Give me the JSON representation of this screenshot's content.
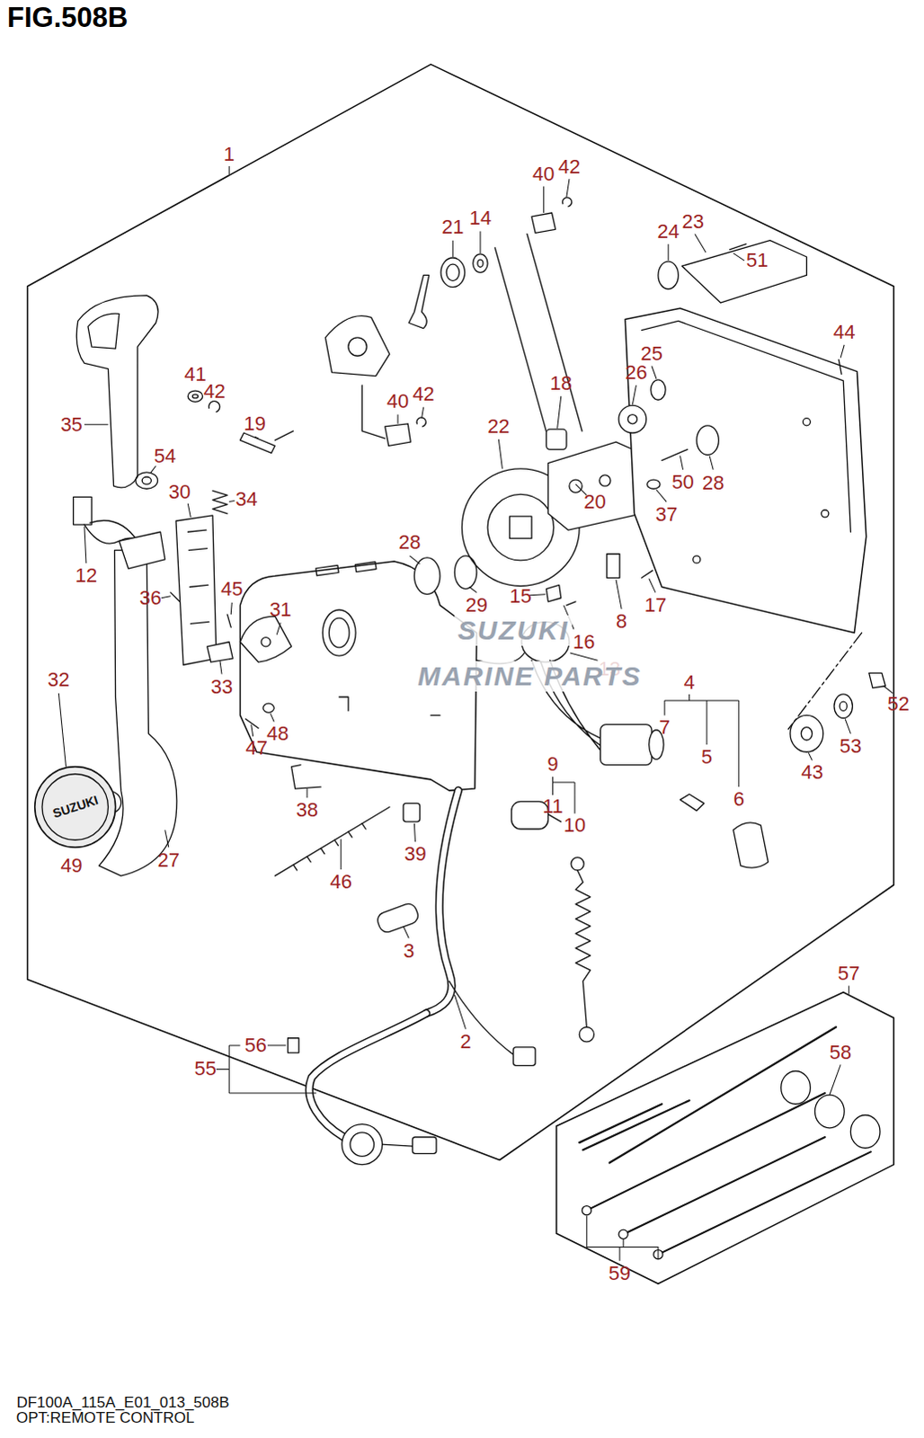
{
  "diagram": {
    "title": "FIG.508B",
    "caption": "OPT:REMOTE CONTROL",
    "labels": [
      "1",
      "40",
      "42",
      "21",
      "14",
      "24",
      "23",
      "51",
      "44",
      "25",
      "26",
      "41",
      "42",
      "19",
      "40",
      "42",
      "18",
      "35",
      "22",
      "54",
      "30",
      "34",
      "50",
      "28",
      "37",
      "20",
      "28",
      "12",
      "36",
      "45",
      "31",
      "29",
      "15",
      "8",
      "17",
      "16",
      "13",
      "33",
      "4",
      "32",
      "52",
      "7",
      "48",
      "47",
      "53",
      "5",
      "9",
      "43",
      "6",
      "11",
      "38",
      "10",
      "39",
      "27",
      "49",
      "46",
      "3",
      "57",
      "2",
      "56",
      "58",
      "55",
      "59",
      "SUZUKI",
      "MARINE PARTS",
      "DF100A_115A_E01_013_508B",
      "SUZUKI"
    ]
  }
}
